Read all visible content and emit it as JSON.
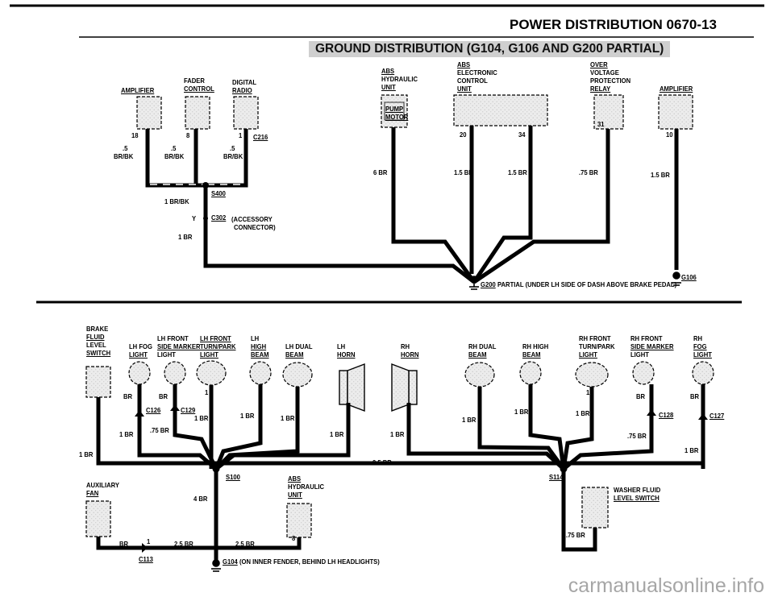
{
  "header": {
    "title": "POWER DISTRIBUTION 0670-13"
  },
  "diagram_title": "GROUND DISTRIBUTION (G104, G106 AND G200 PARTIAL)",
  "top": {
    "amp_left": "AMPLIFIER",
    "fader": [
      "FADER",
      "CONTROL"
    ],
    "digital": [
      "DIGITAL",
      "RADIO"
    ],
    "abs_hyd": [
      "ABS",
      "HYDRAULIC",
      "UNIT"
    ],
    "pump_motor": [
      "PUMP",
      "MOTOR"
    ],
    "abs_ecu": [
      "ABS",
      "ELECTRONIC",
      "CONTROL",
      "UNIT"
    ],
    "ovr": [
      "OVER",
      "VOLTAGE",
      "PROTECTION",
      "RELAY"
    ],
    "amp_right": "AMPLIFIER",
    "pins": {
      "p18": "18",
      "p8": "8",
      "p1": "1",
      "p20": "20",
      "p34": "34",
      "p31": "31",
      "p10": "10"
    },
    "wires": {
      "w05": ".5",
      "brbk": "BR/BK",
      "one_brbk": "1 BR/BK",
      "one_br": "1 BR",
      "six_br": "6 BR",
      "one5_br": "1.5 BR",
      "p75_br": ".75 BR"
    },
    "c216": "C216",
    "s400": "S400",
    "y": "Y",
    "c302": "C302",
    "c302_note": [
      "(ACCESSORY",
      "CONNECTOR)"
    ],
    "g200": "G200",
    "g200_note": "PARTIAL (UNDER LH SIDE OF DASH ABOVE BRAKE PEDAL)",
    "g106": "G106"
  },
  "bottom": {
    "brake": [
      "BRAKE",
      "FLUID",
      "LEVEL",
      "SWITCH"
    ],
    "lhfog": [
      "LH FOG",
      "LIGHT"
    ],
    "lhfsm": [
      "LH FRONT",
      "SIDE MARKER",
      "LIGHT"
    ],
    "lhftp": [
      "LH FRONT",
      "TURN/PARK",
      "LIGHT"
    ],
    "lhhigh": [
      "LH",
      "HIGH",
      "BEAM"
    ],
    "lhdual": [
      "LH DUAL",
      "BEAM"
    ],
    "lhhorn": [
      "LH",
      "HORN"
    ],
    "rhhorn": [
      "RH",
      "HORN"
    ],
    "rhdual": [
      "RH DUAL",
      "BEAM"
    ],
    "rhhigh": [
      "RH HIGH",
      "BEAM"
    ],
    "rhftp": [
      "RH FRONT",
      "TURN/PARK",
      "LIGHT"
    ],
    "rhfsm": [
      "RH FRONT",
      "SIDE MARKER",
      "LIGHT"
    ],
    "rhfog": [
      "RH",
      "FOG",
      "LIGHT"
    ],
    "aux": [
      "AUXILIARY",
      "FAN"
    ],
    "abs2": [
      "ABS",
      "HYDRAULIC",
      "UNIT"
    ],
    "washer": [
      "WASHER FLUID",
      "LEVEL SWITCH"
    ],
    "c126": "C126",
    "c129": "C129",
    "c128": "C128",
    "c127": "C127",
    "c113": "C113",
    "s100": "S100",
    "s114": "S114",
    "g104": "G104",
    "g104_note": "(ON INNER FENDER, BEHIND LH HEADLIGHTS)",
    "wires": {
      "br": "BR",
      "one_br": "1 BR",
      "p75_br": ".75 BR",
      "two5_br": "2.5 BR",
      "four_br": "4 BR"
    },
    "pins": {
      "p1": "1",
      "p8": "8"
    }
  },
  "watermark": "carmanualsonline.info"
}
